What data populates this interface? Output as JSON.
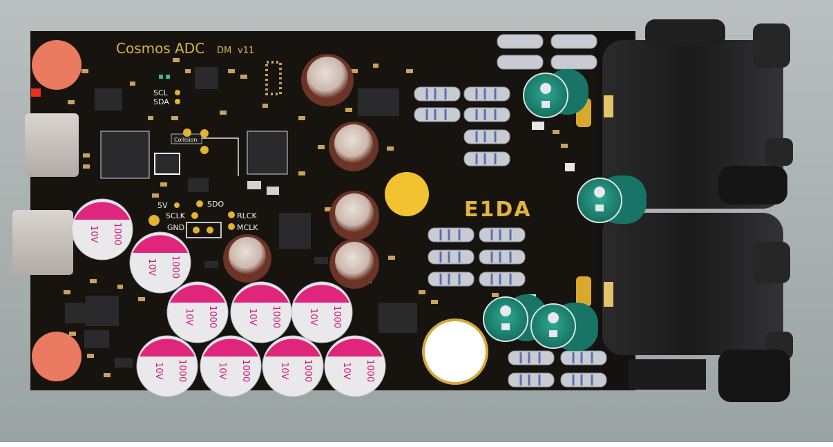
{
  "board": {
    "title": "Cosmos ADC",
    "variant": "DM",
    "version": "v11",
    "logo": "E1DA",
    "tag": "Collision"
  },
  "silkscreen": {
    "scl": "SCL",
    "sda": "SDA",
    "v5": "5V",
    "sdo": "SDO",
    "sclk": "SCLK",
    "rlck": "RLCK",
    "gnd": "GND",
    "mclk": "MCLK"
  },
  "capacitor": {
    "value": "1000",
    "voltage": "10V"
  },
  "colors": {
    "background": "#aeb6b5",
    "pcb": "#17130f",
    "silkscreen": "#f4f1e4",
    "gold": "#d9b24a",
    "capacitor_top": "#e0257c",
    "capacitor_body": "#e9e9ec",
    "xlr_body": "#1e1e1f",
    "green_cap": "#1f8a78",
    "mounting_pad": "#ea7a60"
  }
}
